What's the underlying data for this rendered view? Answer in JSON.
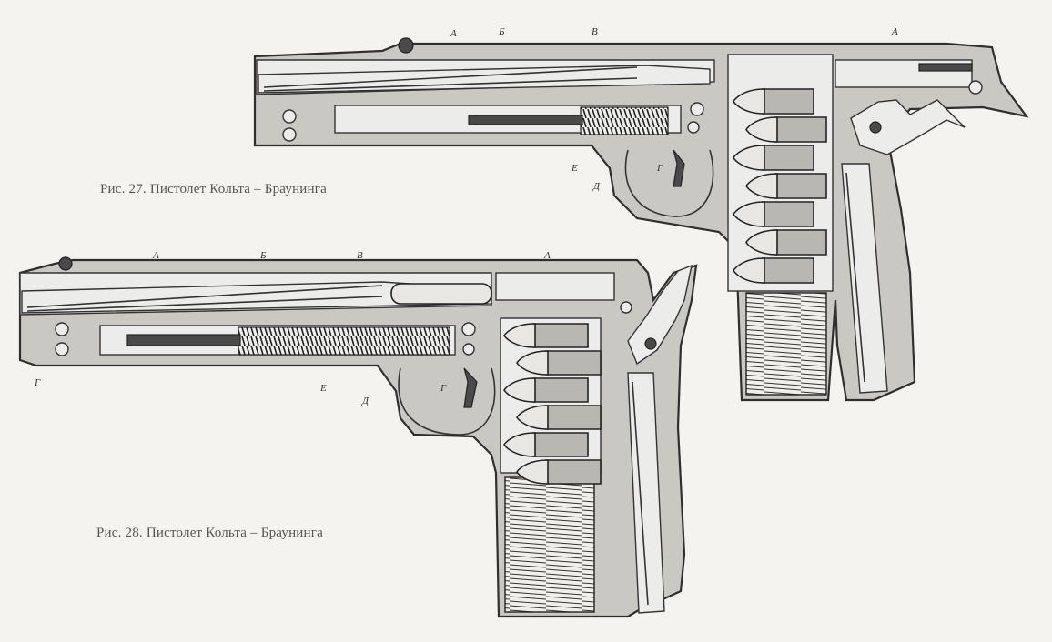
{
  "figures": [
    {
      "caption": "Рис. 27. Пистолет Кольта – Браунинга",
      "labels": {
        "a1": "А",
        "b": "Б",
        "v": "В",
        "a2": "А",
        "e": "Е",
        "g": "Г",
        "d": "Д"
      }
    },
    {
      "caption": "Рис. 28. Пистолет Кольта – Браунинга",
      "labels": {
        "a1": "А",
        "b": "Б",
        "v": "В",
        "a2": "А",
        "e": "Е",
        "g": "Г",
        "g2": "Г",
        "d": "Д"
      }
    }
  ]
}
